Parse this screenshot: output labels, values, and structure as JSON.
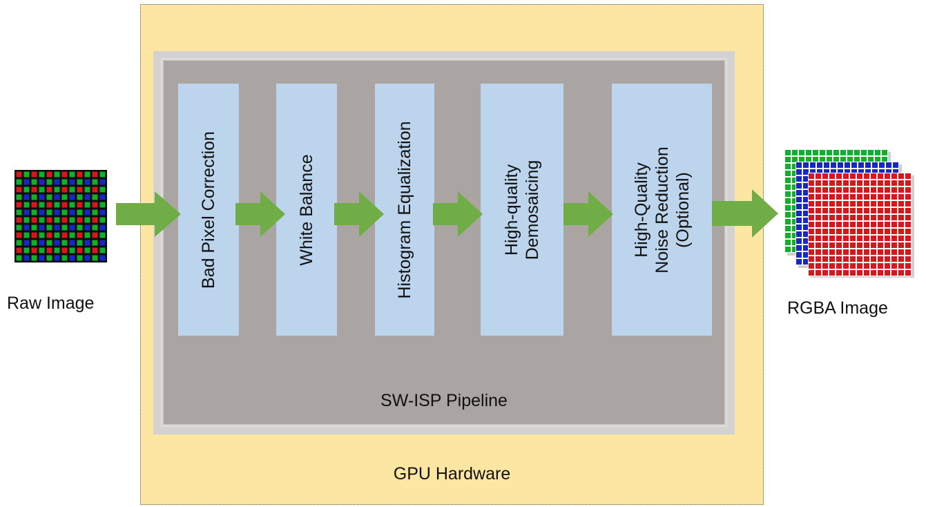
{
  "diagram": {
    "gpu_label": "GPU Hardware",
    "pipeline_label": "SW-ISP Pipeline",
    "input_label": "Raw Image",
    "output_label": "RGBA Image",
    "stages": [
      {
        "lines": [
          "Bad Pixel Correction"
        ]
      },
      {
        "lines": [
          "White Balance"
        ]
      },
      {
        "lines": [
          "Histogram Equalization"
        ]
      },
      {
        "lines": [
          "High-quality",
          "Demosaicing"
        ]
      },
      {
        "lines": [
          "High-Quality",
          "Noise Reduction",
          "(Optional)"
        ]
      }
    ],
    "colors": {
      "gpu_background": "#fde6a1",
      "pipeline_background": "#aaa5a3",
      "stage_fill": "#bcd4ec",
      "arrow": "#70ad47",
      "bayer_red": "#d9161c",
      "bayer_green": "#10b02a",
      "bayer_blue": "#1627c8"
    }
  }
}
